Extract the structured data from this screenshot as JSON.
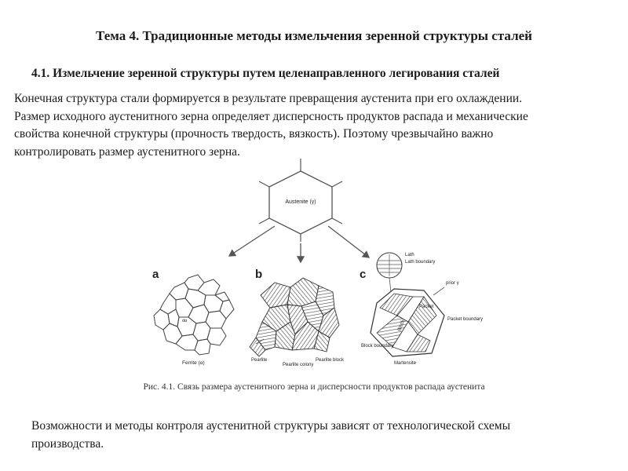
{
  "title": "Тема 4. Традиционные методы измельчения зеренной структуры сталей",
  "subtitle": "4.1. Измельчение зеренной структуры путем целенаправленного легирования сталей",
  "paragraph": {
    "lines": [
      "Конечная структура стали  формируется в результате превращения аустенита при его охлаждении.",
      "Размер исходного аустенитного зерна определяет дисперсность  продуктов распада и механические",
      "свойства  конечной структуры  (прочность твердость, вязкость). Поэтому чрезвычайно важно",
      "контролировать  размер аустенитного зерна."
    ]
  },
  "figure": {
    "austenite": "Austenite (γ)",
    "panel_a": "a",
    "panel_b": "b",
    "panel_c": "c",
    "ferrite": "Ferrite (α)",
    "d_alpha": "dα",
    "pearlite": "Pearlite",
    "pearlite_colony": "Pearlite colony",
    "pearlite_block": "Pearlite block",
    "lath": "Lath",
    "lath_boundary": "Lath boundary",
    "prior_gamma": "prior γ",
    "packet": "Packet",
    "packet_boundary": "Packet boundary",
    "block": "Block",
    "block_boundary": "Block boundary",
    "martensite": "Martensite"
  },
  "caption": "Рис. 4.1. Связь размера аустенитного зерна и дисперсности продуктов распада аустенита",
  "bottom": {
    "lines": [
      "Возможности  и методы контроля  аустенитной структуры зависят от технологической схемы",
      "производства."
    ]
  }
}
